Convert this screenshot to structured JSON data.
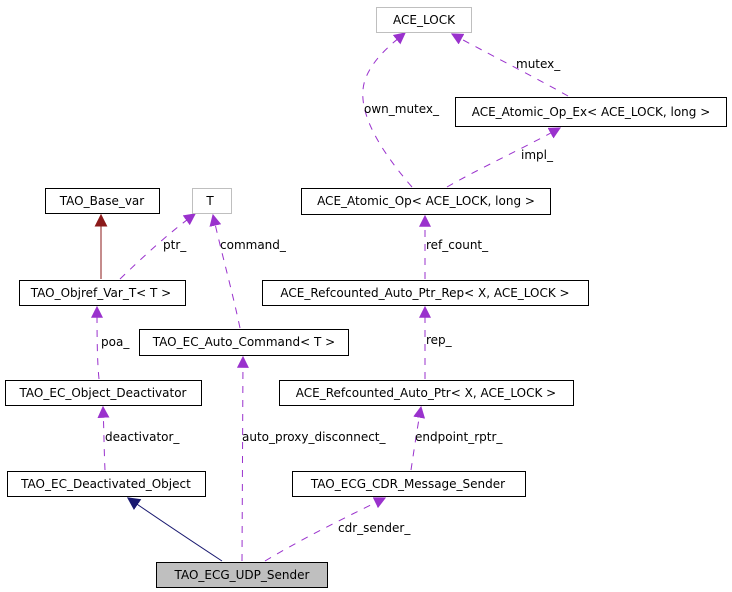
{
  "colors": {
    "member_edge": "#9a32cd",
    "public_inherit_edge": "#191970",
    "protected_inherit_edge": "#8b1a1a",
    "focus_fill": "#bfbfbf",
    "undocumented_border": "#bfbfbf"
  },
  "nodes": {
    "ace_lock": "ACE_LOCK",
    "ace_atomic_op_ex": "ACE_Atomic_Op_Ex< ACE_LOCK, long >",
    "ace_atomic_op": "ACE_Atomic_Op< ACE_LOCK, long >",
    "ace_refcounted_auto_ptr_rep": "ACE_Refcounted_Auto_Ptr_Rep< X, ACE_LOCK >",
    "ace_refcounted_auto_ptr": "ACE_Refcounted_Auto_Ptr< X, ACE_LOCK >",
    "tao_ecg_cdr_message_sender": "TAO_ECG_CDR_Message_Sender",
    "tao_base_var": "TAO_Base_var",
    "t": "T",
    "tao_objref_var_t": "TAO_Objref_Var_T< T >",
    "tao_ec_auto_command": "TAO_EC_Auto_Command< T >",
    "tao_ec_object_deactivator": "TAO_EC_Object_Deactivator",
    "tao_ec_deactivated_object": "TAO_EC_Deactivated_Object",
    "tao_ecg_udp_sender": "TAO_ECG_UDP_Sender"
  },
  "edges": {
    "mutex": "mutex_",
    "own_mutex": "own_mutex_",
    "impl": "impl_",
    "ref_count": "ref_count_",
    "rep": "rep_",
    "endpoint_rptr": "endpoint_rptr_",
    "cdr_sender": "cdr_sender_",
    "ptr": "ptr_",
    "command": "command_",
    "poa": "poa_",
    "deactivator": "deactivator_",
    "auto_proxy_disconnect": "auto_proxy_disconnect_"
  }
}
